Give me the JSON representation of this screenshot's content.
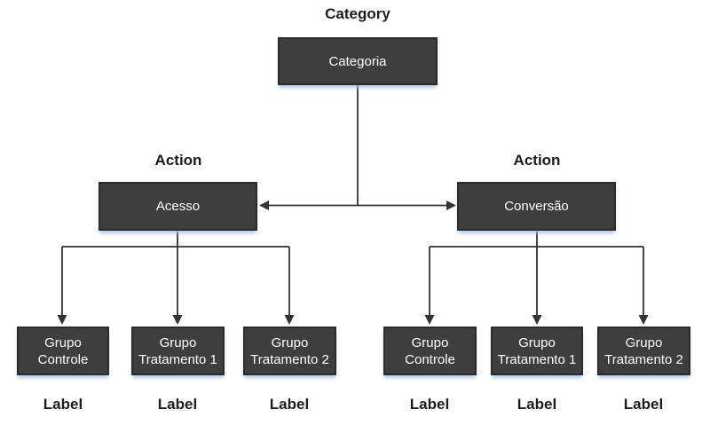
{
  "diagram": {
    "root": {
      "heading": "Category",
      "box": "Categoria"
    },
    "branches": [
      {
        "heading": "Action",
        "box": "Acesso",
        "children": [
          {
            "line1": "Grupo",
            "line2": "Controle",
            "caption": "Label"
          },
          {
            "line1": "Grupo",
            "line2": "Tratamento 1",
            "caption": "Label"
          },
          {
            "line1": "Grupo",
            "line2": "Tratamento 2",
            "caption": "Label"
          }
        ]
      },
      {
        "heading": "Action",
        "box": "Conversão",
        "children": [
          {
            "line1": "Grupo",
            "line2": "Controle",
            "caption": "Label"
          },
          {
            "line1": "Grupo",
            "line2": "Tratamento 1",
            "caption": "Label"
          },
          {
            "line1": "Grupo",
            "line2": "Tratamento 2",
            "caption": "Label"
          }
        ]
      }
    ],
    "colors": {
      "box_fill": "#3e3e3e",
      "box_border": "#2b2b2b",
      "box_text": "#ffffff",
      "connector": "#333333",
      "heading_text": "#1c1c1c",
      "shadow": "#a3c1e4"
    }
  }
}
